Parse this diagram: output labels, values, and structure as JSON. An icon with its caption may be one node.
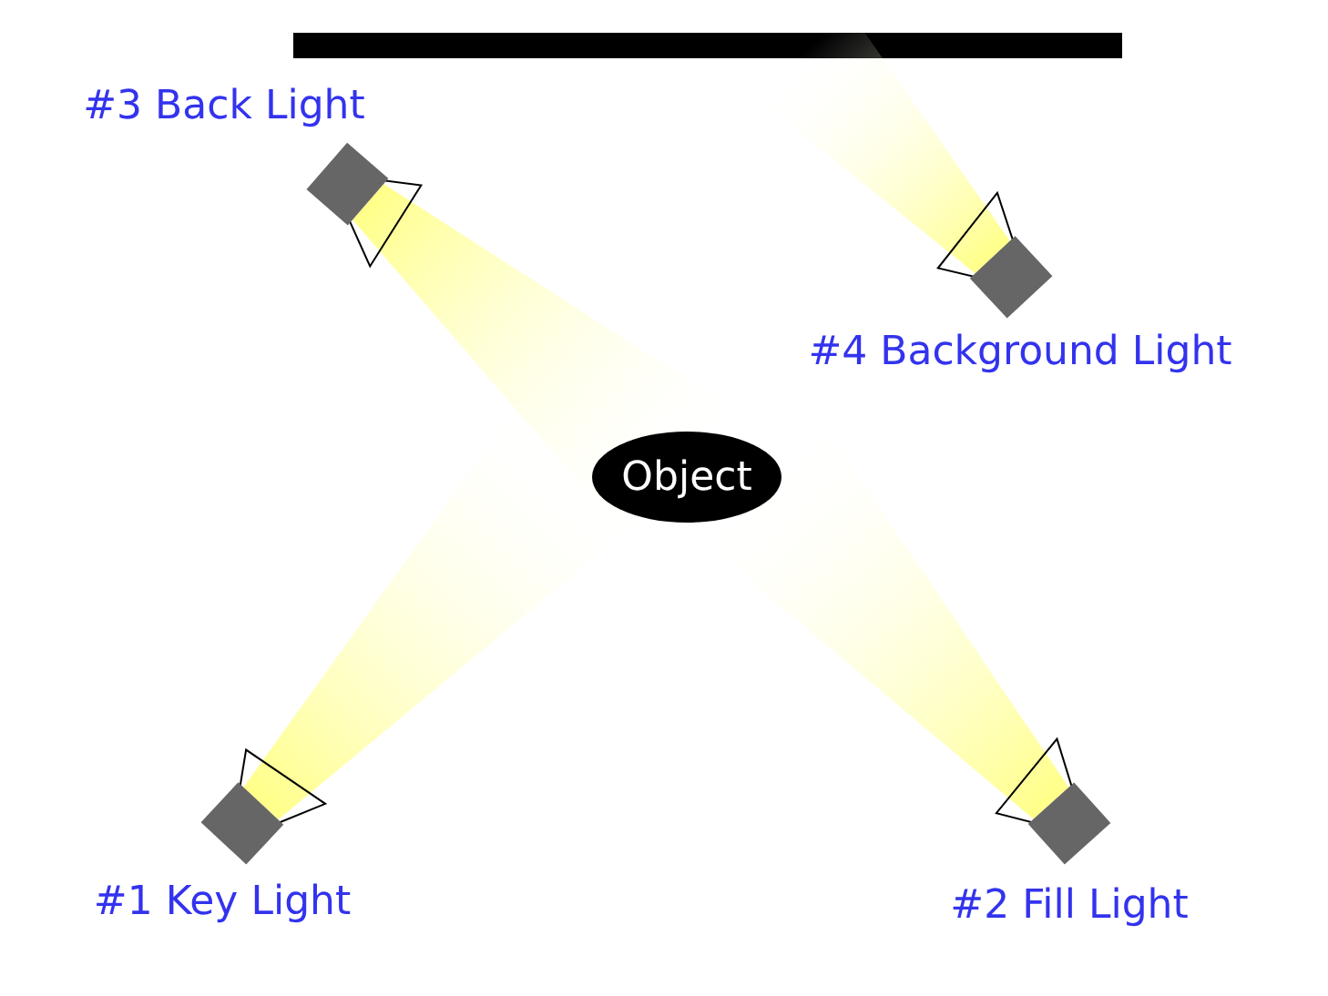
{
  "diagram": {
    "nodes": [
      {
        "text": [
          "#3 Back Light"
        ]
      },
      {
        "text": [
          "#4 Background Light"
        ]
      },
      {
        "text": [
          "Object"
        ]
      },
      {
        "text": [
          "#1 Key Light"
        ]
      },
      {
        "text": [
          "#2 Fill Light"
        ]
      }
    ]
  }
}
